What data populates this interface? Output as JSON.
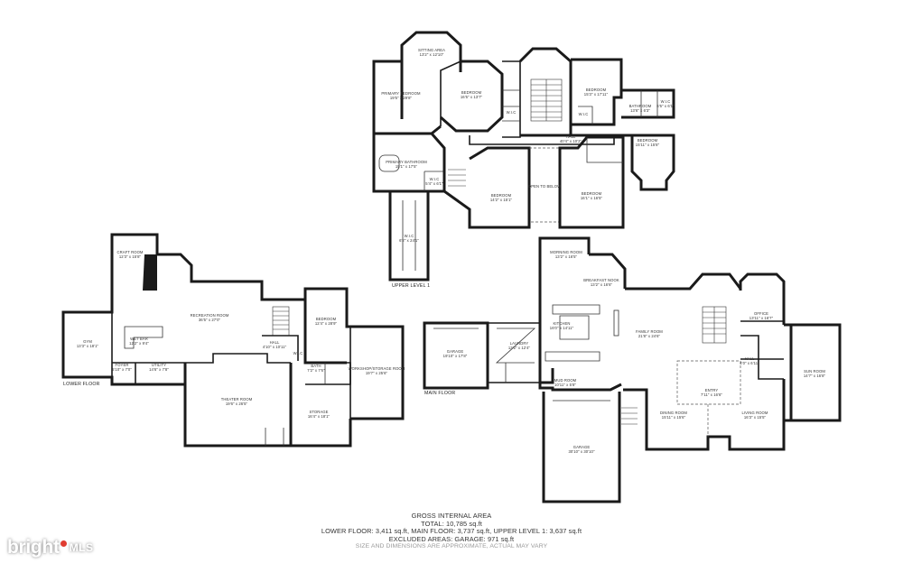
{
  "floors": {
    "upper": "UPPER LEVEL 1",
    "lower": "LOWER FLOOR",
    "main": "MAIN FLOOR"
  },
  "rooms": {
    "upper": [
      {
        "name": "SITTING AREA",
        "dims": "13'2\" x 12'10\""
      },
      {
        "name": "PRIMARY BEDROOM",
        "dims": "19'5\" x 29'8\""
      },
      {
        "name": "BEDROOM",
        "dims": "16'5\" x 13'7\""
      },
      {
        "name": "W.I.C",
        "dims": ""
      },
      {
        "name": "BEDROOM",
        "dims": "15'3\" x 17'11\""
      },
      {
        "name": "W.I.C",
        "dims": ""
      },
      {
        "name": "BATHROOM",
        "dims": "13'6\" x 6'3\""
      },
      {
        "name": "W.I.C",
        "dims": "6'5\" x 6'1\""
      },
      {
        "name": "BEDROOM",
        "dims": "15'11\" x 15'8\""
      },
      {
        "name": "HALL",
        "dims": "40'4\" x 10'2\""
      },
      {
        "name": "PRIMARY BATHROOM",
        "dims": "15'1\" x 17'5\""
      },
      {
        "name": "W.I.C",
        "dims": "5'4\" x 6'1\""
      },
      {
        "name": "BEDROOM",
        "dims": "14'2\" x 15'1\""
      },
      {
        "name": "OPEN TO BELOW",
        "dims": ""
      },
      {
        "name": "BEDROOM",
        "dims": "16'1\" x 16'5\""
      },
      {
        "name": "W.I.C",
        "dims": "6'2\" x 24'1\""
      }
    ],
    "lower": [
      {
        "name": "CRAFT ROOM",
        "dims": "12'3\" x 15'8\""
      },
      {
        "name": "RECREATION ROOM",
        "dims": "36'5\" x 27'0\""
      },
      {
        "name": "BEDROOM",
        "dims": "12'4\" x 28'9\""
      },
      {
        "name": "GYM",
        "dims": "13'3\" x 18'1\""
      },
      {
        "name": "WET BAR",
        "dims": "12'2\" x 9'4\""
      },
      {
        "name": "HALL",
        "dims": "4'10\" x 10'11\""
      },
      {
        "name": "W.I.C",
        "dims": ""
      },
      {
        "name": "FOYER",
        "dims": "5'10\" x 7'0\""
      },
      {
        "name": "UTILITY",
        "dims": "14'6\" x 7'8\""
      },
      {
        "name": "BATH",
        "dims": "7'2\" x 7'6\""
      },
      {
        "name": "WORKSHOP/STORAGE ROOM",
        "dims": "19'7\" x 25'6\""
      },
      {
        "name": "THEATER ROOM",
        "dims": "19'6\" x 26'5\""
      },
      {
        "name": "STORAGE",
        "dims": "16'4\" x 18'1\""
      }
    ],
    "main": [
      {
        "name": "MORNING ROOM",
        "dims": "13'2\" x 16'5\""
      },
      {
        "name": "BREAKFAST NOOK",
        "dims": "13'2\" x 16'6\""
      },
      {
        "name": "OFFICE",
        "dims": "13'11\" x 16'7\""
      },
      {
        "name": "KITCHEN",
        "dims": "16'0\" x 14'11\""
      },
      {
        "name": "FAMILY ROOM",
        "dims": "21'8\" x 24'6\""
      },
      {
        "name": "GARAGE",
        "dims": "19'10\" x 17'8\""
      },
      {
        "name": "LAUNDRY",
        "dims": "13'2\" x 12'4\""
      },
      {
        "name": "HALL",
        "dims": "4'0\" x 6'11\""
      },
      {
        "name": "SUN ROOM",
        "dims": "14'7\" x 16'8\""
      },
      {
        "name": "MUD ROOM",
        "dims": "10'11\" x 5'8\""
      },
      {
        "name": "ENTRY",
        "dims": "7'11\" x 16'6\""
      },
      {
        "name": "DINING ROOM",
        "dims": "15'11\" x 15'6\""
      },
      {
        "name": "LIVING ROOM",
        "dims": "16'3\" x 15'5\""
      },
      {
        "name": "GARAGE",
        "dims": "30'10\" x 30'10\""
      }
    ]
  },
  "summary": {
    "title": "GROSS INTERNAL AREA",
    "total": "TOTAL: 10,785 sq.ft",
    "breakdown": "LOWER FLOOR: 3,411 sq.ft, MAIN FLOOR: 3,737 sq.ft, UPPER LEVEL 1: 3,637 sq.ft",
    "excluded": "EXCLUDED AREAS: GARAGE: 971 sq.ft",
    "note": "SIZE AND DIMENSIONS ARE APPROXIMATE, ACTUAL MAY VARY"
  },
  "logo": {
    "brand": "bright",
    "suffix": "MLS"
  },
  "colors": {
    "wall": "#1a1a1a",
    "logo_dot": "#e03c31",
    "note": "#9a9a9a"
  }
}
